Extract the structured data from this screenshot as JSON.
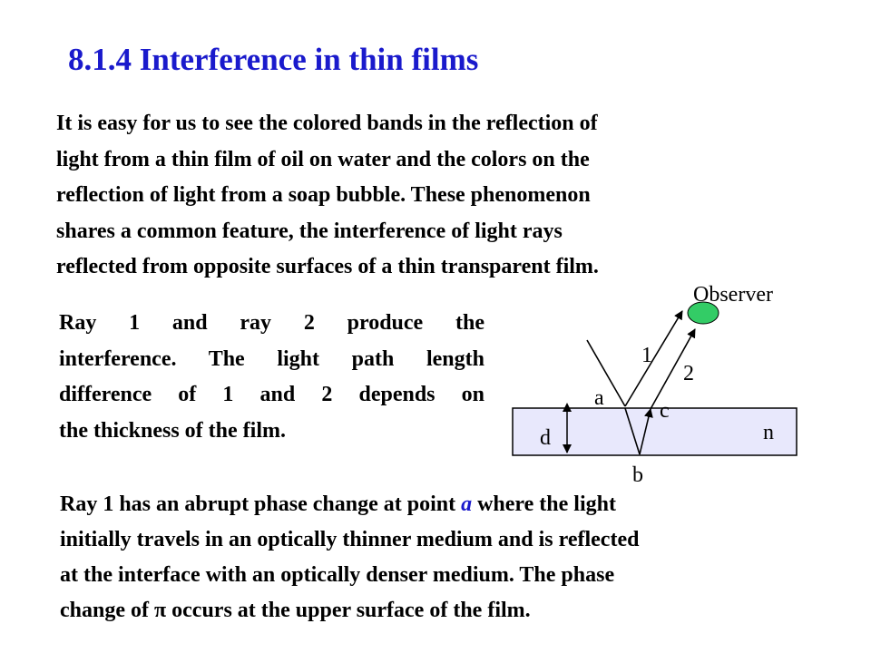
{
  "title": "8.1.4 Interference in thin films",
  "intro": {
    "lines": [
      "It is easy for us to see the colored bands in the reflection of",
      "light from a thin film of oil on water and the colors on the",
      "reflection of light from a soap bubble. These phenomenon",
      "shares a common feature, the interference of light rays",
      "reflected from opposite surfaces of a thin transparent film."
    ]
  },
  "rays_paragraph": {
    "lines": [
      "Ray 1 and ray 2 produce the",
      "interference. The light path length",
      "difference of 1 and 2 depends on",
      "the thickness of the film."
    ]
  },
  "phase_paragraph": {
    "line1_before": "Ray 1 has an abrupt phase change at point ",
    "line1_point": "a",
    "line1_after": " where the light",
    "line2": "initially travels in an optically thinner medium and is reflected",
    "line3": "at the interface with an optically denser medium. The phase",
    "line4_before": "change of ",
    "line4_symbol": "π",
    "line4_after": " occurs at the upper surface of the film."
  },
  "diagram": {
    "observer_label": "Observer",
    "ray1_label": "1",
    "ray2_label": "2",
    "point_a_label": "a",
    "point_b_label": "b",
    "point_c_label": "c",
    "thickness_label": "d",
    "index_label": "n",
    "film_color": "#e8e8fc",
    "observer_color": "#33cc66"
  },
  "colors": {
    "title": "#1a1acc",
    "body_text": "#000000"
  }
}
